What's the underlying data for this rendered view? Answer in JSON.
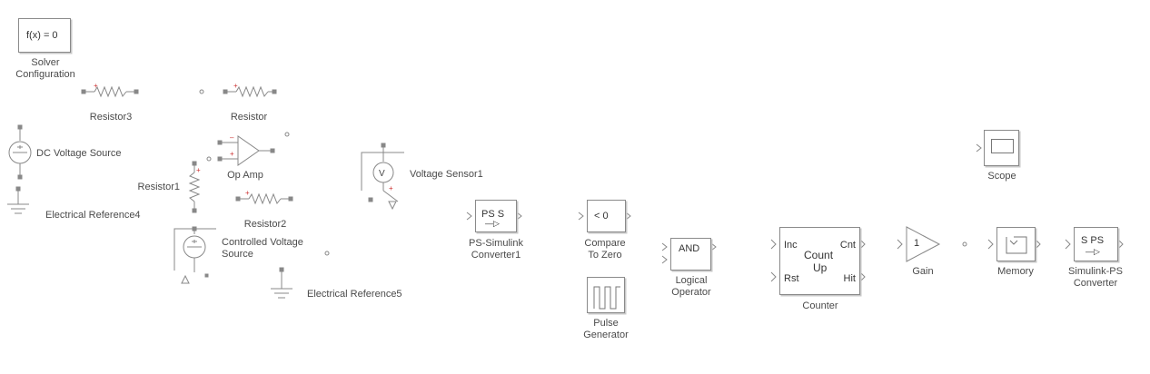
{
  "blocks": {
    "solver": {
      "icon_text": "f(x) = 0",
      "label": "Solver\nConfiguration"
    },
    "resistor3": {
      "label": "Resistor3"
    },
    "resistor": {
      "label": "Resistor"
    },
    "dc_source": {
      "label": "DC Voltage Source"
    },
    "resistor1": {
      "label": "Resistor1"
    },
    "op_amp": {
      "label": "Op Amp"
    },
    "resistor2": {
      "label": "Resistor2"
    },
    "electrical_ref4": {
      "label": "Electrical Reference4"
    },
    "controlled_source": {
      "label": "Controlled Voltage\nSource"
    },
    "electrical_ref5": {
      "label": "Electrical Reference5"
    },
    "voltage_sensor": {
      "icon_text": "V",
      "label": "Voltage Sensor1"
    },
    "ps_simulink": {
      "icon_text": "PS S",
      "label": "PS-Simulink\nConverter1"
    },
    "compare_zero": {
      "icon_text": "< 0",
      "label": "Compare\nTo Zero"
    },
    "pulse_gen": {
      "label": "Pulse\nGenerator"
    },
    "logical_op": {
      "icon_text": "AND",
      "label": "Logical\nOperator"
    },
    "counter": {
      "icon_line1": "Count",
      "icon_line2": "Up",
      "port_inc": "Inc",
      "port_rst": "Rst",
      "port_cnt": "Cnt",
      "port_hit": "Hit",
      "label": "Counter"
    },
    "gain": {
      "icon_text": "1",
      "label": "Gain"
    },
    "memory": {
      "label": "Memory"
    },
    "simulink_ps": {
      "icon_text": "S PS",
      "label": "Simulink-PS\nConverter"
    },
    "scope": {
      "label": "Scope"
    }
  }
}
